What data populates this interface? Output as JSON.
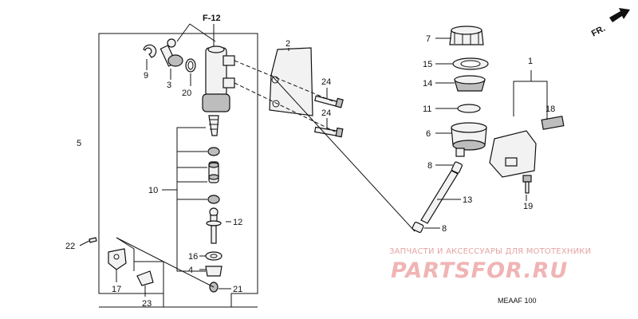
{
  "diagram": {
    "ref_label": "F-12",
    "direction_label": "FR.",
    "diagram_code": "MEAAF 100",
    "callouts": [
      {
        "id": "callout-1",
        "text": "1"
      },
      {
        "id": "callout-2",
        "text": "2"
      },
      {
        "id": "callout-3",
        "text": "3"
      },
      {
        "id": "callout-4",
        "text": "4"
      },
      {
        "id": "callout-5",
        "text": "5"
      },
      {
        "id": "callout-6",
        "text": "6"
      },
      {
        "id": "callout-7",
        "text": "7"
      },
      {
        "id": "callout-8a",
        "text": "8"
      },
      {
        "id": "callout-8b",
        "text": "8"
      },
      {
        "id": "callout-9",
        "text": "9"
      },
      {
        "id": "callout-10",
        "text": "10"
      },
      {
        "id": "callout-11",
        "text": "11"
      },
      {
        "id": "callout-12",
        "text": "12"
      },
      {
        "id": "callout-13",
        "text": "13"
      },
      {
        "id": "callout-14",
        "text": "14"
      },
      {
        "id": "callout-15",
        "text": "15"
      },
      {
        "id": "callout-16",
        "text": "16"
      },
      {
        "id": "callout-17",
        "text": "17"
      },
      {
        "id": "callout-18",
        "text": "18"
      },
      {
        "id": "callout-19",
        "text": "19"
      },
      {
        "id": "callout-20",
        "text": "20"
      },
      {
        "id": "callout-21",
        "text": "21"
      },
      {
        "id": "callout-22",
        "text": "22"
      },
      {
        "id": "callout-23",
        "text": "23"
      },
      {
        "id": "callout-24a",
        "text": "24"
      },
      {
        "id": "callout-24b",
        "text": "24"
      }
    ]
  },
  "watermark": {
    "line1": "ЗАПЧАСТИ И АКСЕССУАРЫ ДЛЯ МОТОТЕХНИКИ",
    "line2": "PARTSFOR.RU"
  }
}
